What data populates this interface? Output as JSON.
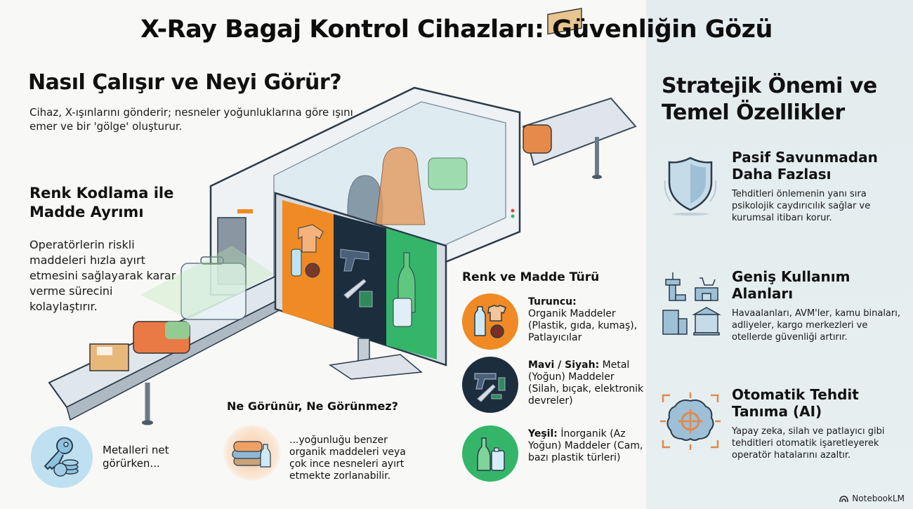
{
  "title": "X-Ray Bagaj Kontrol Cihazları: Güvenliğin Gözü",
  "left": {
    "heading": "Nasıl Çalışır ve Neyi Görür?",
    "intro": "Cihaz, X-ışınlarını gönderir; nesneler yoğunluklarına göre ışını emer ve bir 'gölge' oluşturur.",
    "color_coding": {
      "heading": "Renk Kodlama ile Madde Ayrımı",
      "text": "Operatörlerin riskli maddeleri hızla ayırt etmesini sağlayarak karar verme sürecini kolaylaştırır."
    },
    "metal_note": "Metalleri net görürken...",
    "visibility": {
      "heading": "Ne Görünür, Ne Görünmez?",
      "text": "...yoğunluğu benzer organik maddeleri veya çok ince nesneleri ayırt etmekte zorlanabilir."
    }
  },
  "legend": {
    "title": "Renk ve Madde Türü",
    "items": [
      {
        "label": "Turuncu:",
        "text": "Organik Maddeler (Plastik, gıda, kumaş), Patlayıcılar",
        "color": "#f08a24",
        "icon": "bottle-shirt-bomb-icon"
      },
      {
        "label": "Mavi / Siyah:",
        "text": "Metal (Yoğun) Maddeler (Silah, bıçak, elektronik devreler)",
        "color": "#1c2d3e",
        "icon": "gun-knife-circuit-icon"
      },
      {
        "label": "Yeşil:",
        "text": "İnorganik (Az Yoğun) Maddeler (Cam, bazı plastik türleri)",
        "color": "#35b56a",
        "icon": "glass-bottle-jerrycan-icon"
      }
    ]
  },
  "right": {
    "heading": "Stratejik Önemi ve Temel Özellikler",
    "features": [
      {
        "title": "Pasif Savunmadan Daha Fazlası",
        "text": "Tehditleri önlemenin yanı sıra psikolojik caydırıcılık sağlar ve kurumsal itibarı korur.",
        "icon": "shield-icon"
      },
      {
        "title": "Geniş Kullanım Alanları",
        "text": "Havaalanları, AVM'ler, kamu binaları, adliyeler, kargo merkezleri ve otellerde güvenliği artırır.",
        "icon": "buildings-icon"
      },
      {
        "title": "Otomatik Tehdit Tanıma (AI)",
        "text": "Yapay zeka, silah ve patlayıcı gibi tehditleri otomatik işaretleyerek operatör hatalarını azaltır.",
        "icon": "brain-target-icon"
      }
    ]
  },
  "brand": "NotebookLM",
  "colors": {
    "orange": "#f08a24",
    "navy": "#1c2d3e",
    "green": "#35b56a",
    "light_blue": "#bfe0f0",
    "panel_bg": "#e5edef",
    "machine": "#e9edf1"
  }
}
